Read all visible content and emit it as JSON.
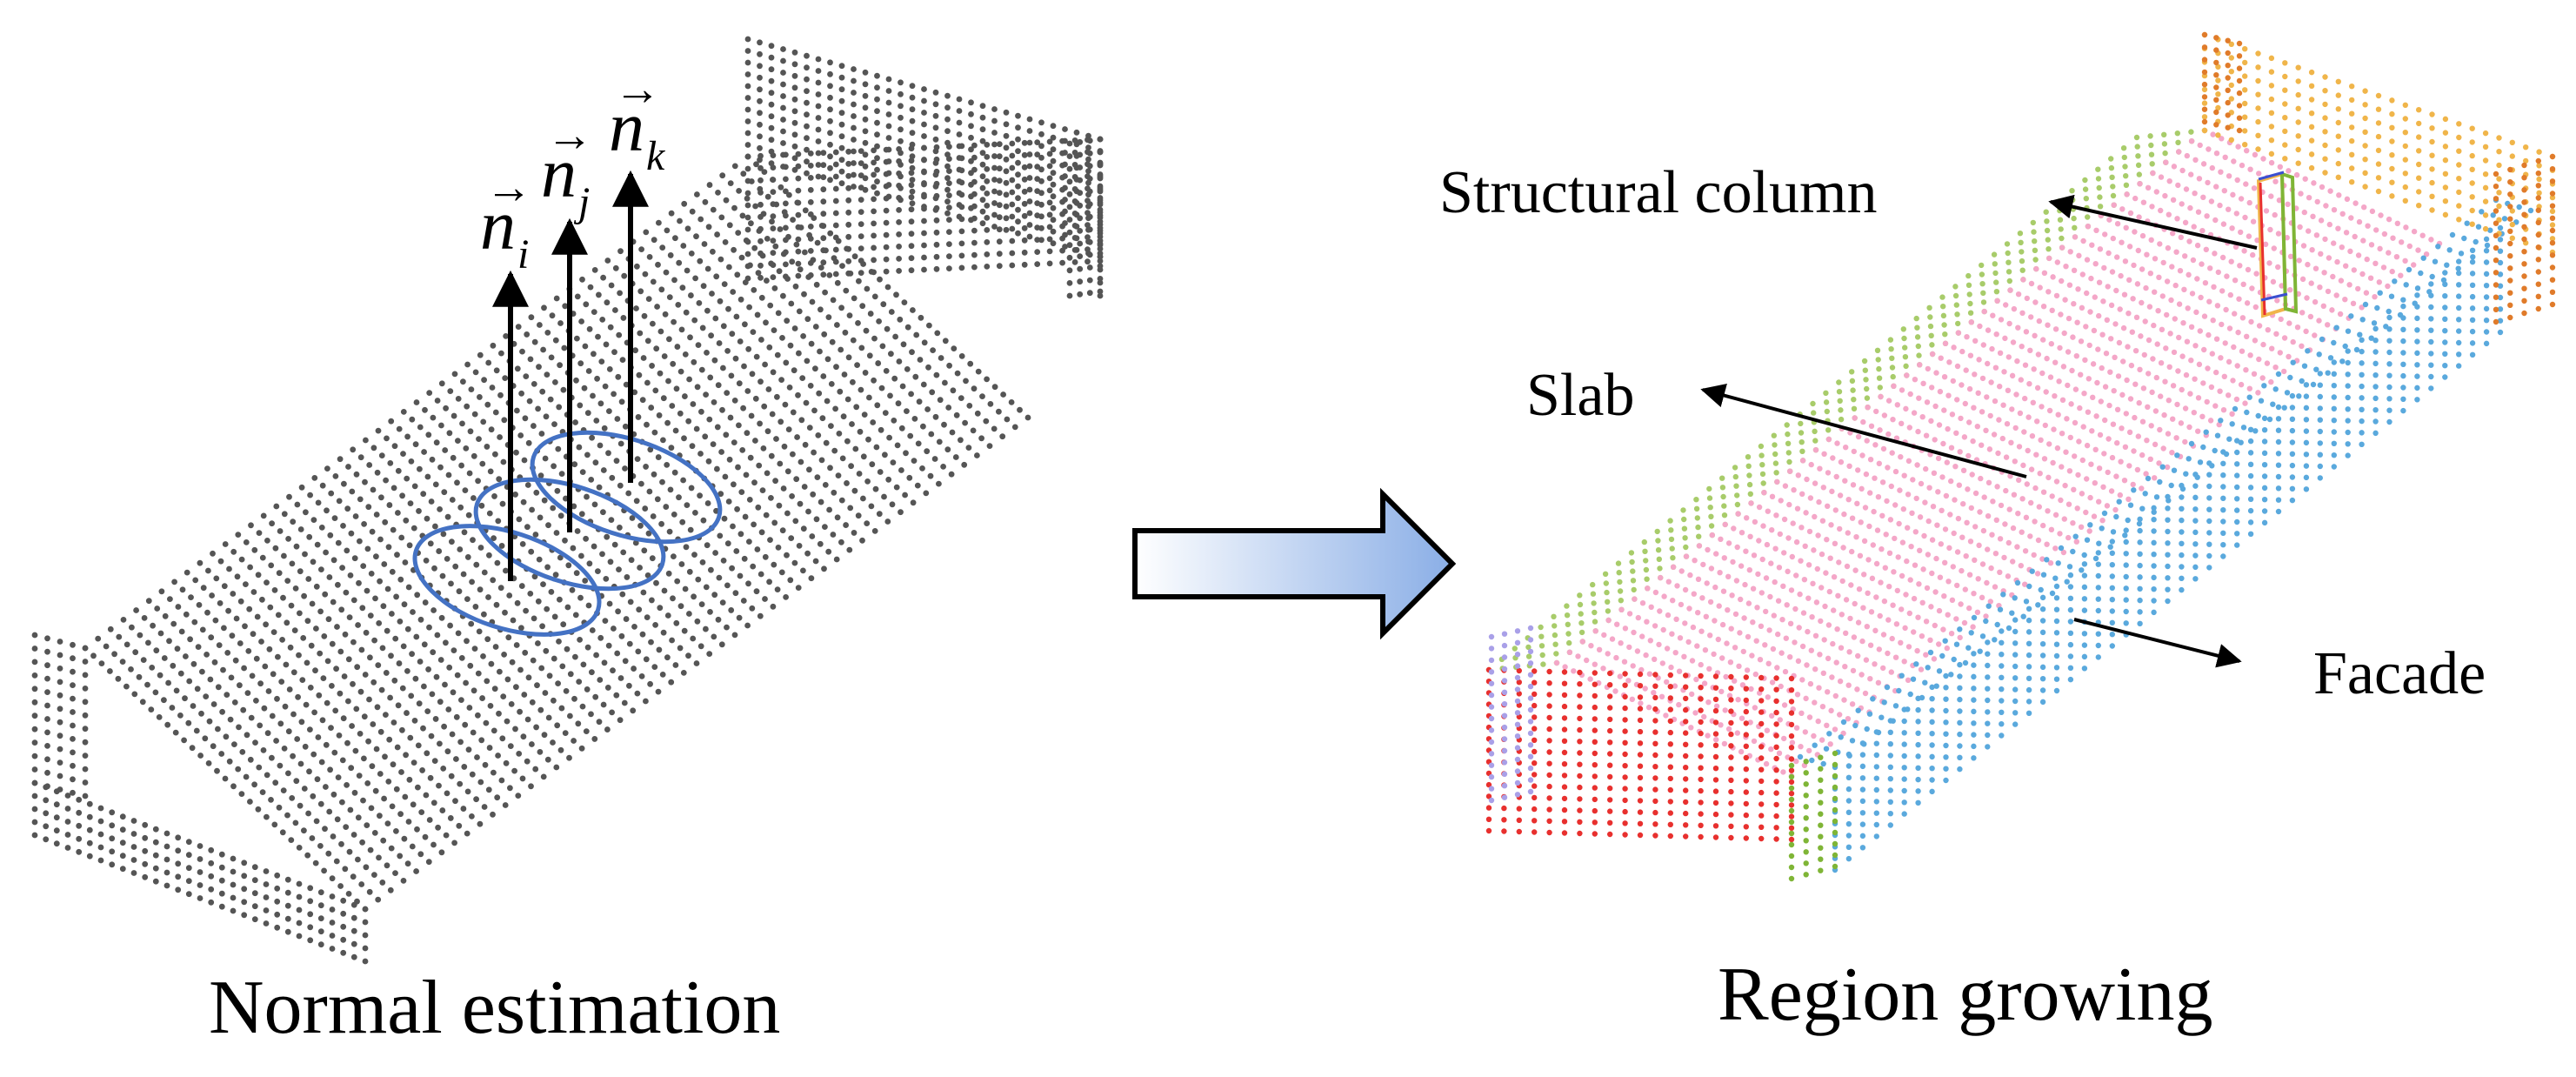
{
  "left_panel": {
    "caption": "Normal estimation",
    "vectors": [
      {
        "symbol": "n",
        "subscript": "i"
      },
      {
        "symbol": "n",
        "subscript": "j"
      },
      {
        "symbol": "n",
        "subscript": "k"
      }
    ],
    "point_color": "#555555",
    "neighborhood_color": "#4472c4"
  },
  "right_panel": {
    "caption": "Region growing",
    "labels": {
      "column": "Structural column",
      "slab": "Slab",
      "facade": "Facade"
    },
    "segment_colors": {
      "slab": "#f4a7c8",
      "wall_top": "#a8cc6a",
      "facade": "#5aa9dd",
      "end_red": "#e8302e",
      "end_green": "#7fb536",
      "wall_orange": "#f0b54a",
      "wall_dark_orange": "#e07b2a",
      "column_pink": "#f8a8d0",
      "corner_violet": "#a9a0e8"
    }
  },
  "transition_arrow": {
    "fill_start": "#ffffff",
    "fill_end": "#8aaee6",
    "stroke": "#000000"
  }
}
